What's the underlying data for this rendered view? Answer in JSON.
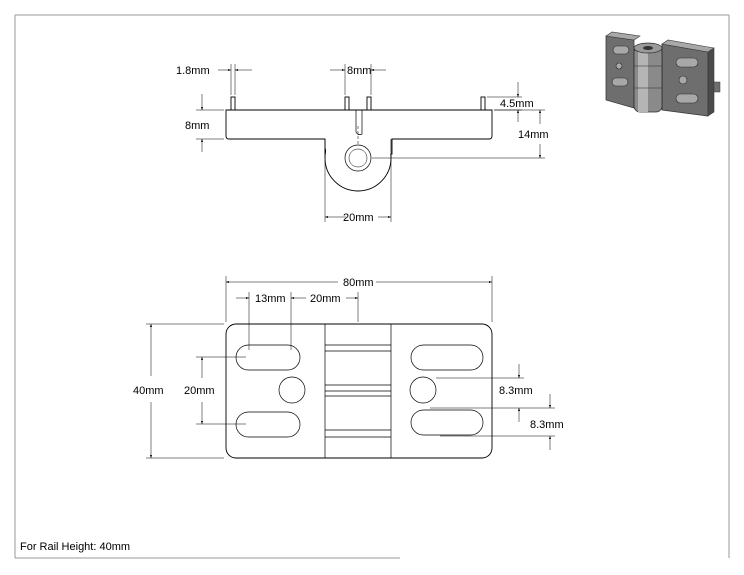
{
  "note": "For Rail Height: 40mm",
  "dimensions": {
    "top_pin_width": "1.8mm",
    "top_pin_spacing": "8mm",
    "top_plate_height": "8mm",
    "top_pin_height": "4.5mm",
    "top_pivot_height": "14mm",
    "top_knuckle_width": "20mm",
    "front_overall_width": "80mm",
    "front_slot_length": "13mm",
    "front_slot_offset": "20mm",
    "front_overall_height": "40mm",
    "front_slot_pitch": "20mm",
    "front_hole_offset_1": "8.3mm",
    "front_hole_offset_2": "8.3mm"
  },
  "colors": {
    "line": "#000000",
    "frame": "#9a9a9a",
    "thumb_body": "#6e6e6e",
    "thumb_dark": "#4a4a4a",
    "thumb_light": "#a8a8a8"
  },
  "icons": {
    "preview": "hinge-3d-preview"
  }
}
